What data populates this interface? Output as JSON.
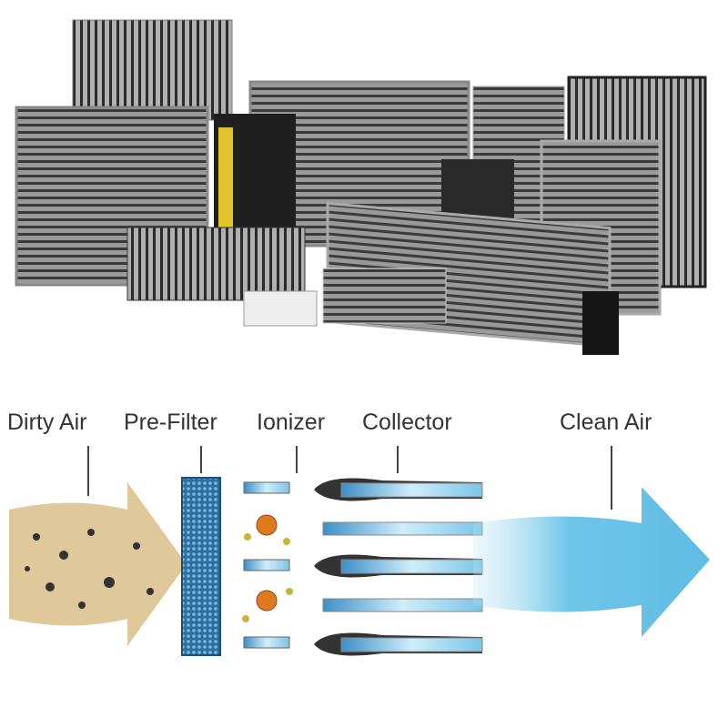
{
  "diagram": {
    "labels": {
      "dirty_air": "Dirty Air",
      "pre_filter": "Pre-Filter",
      "ionizer": "Ionizer",
      "collector": "Collector",
      "clean_air": "Clean Air"
    },
    "colors": {
      "dirty_air": "#d9c08a",
      "pre_filter": "#3a86b8",
      "ionizer_charge": "#e07a1f",
      "collector_plate": "#6fc3e8",
      "clean_air": "#5ec0e6"
    }
  }
}
